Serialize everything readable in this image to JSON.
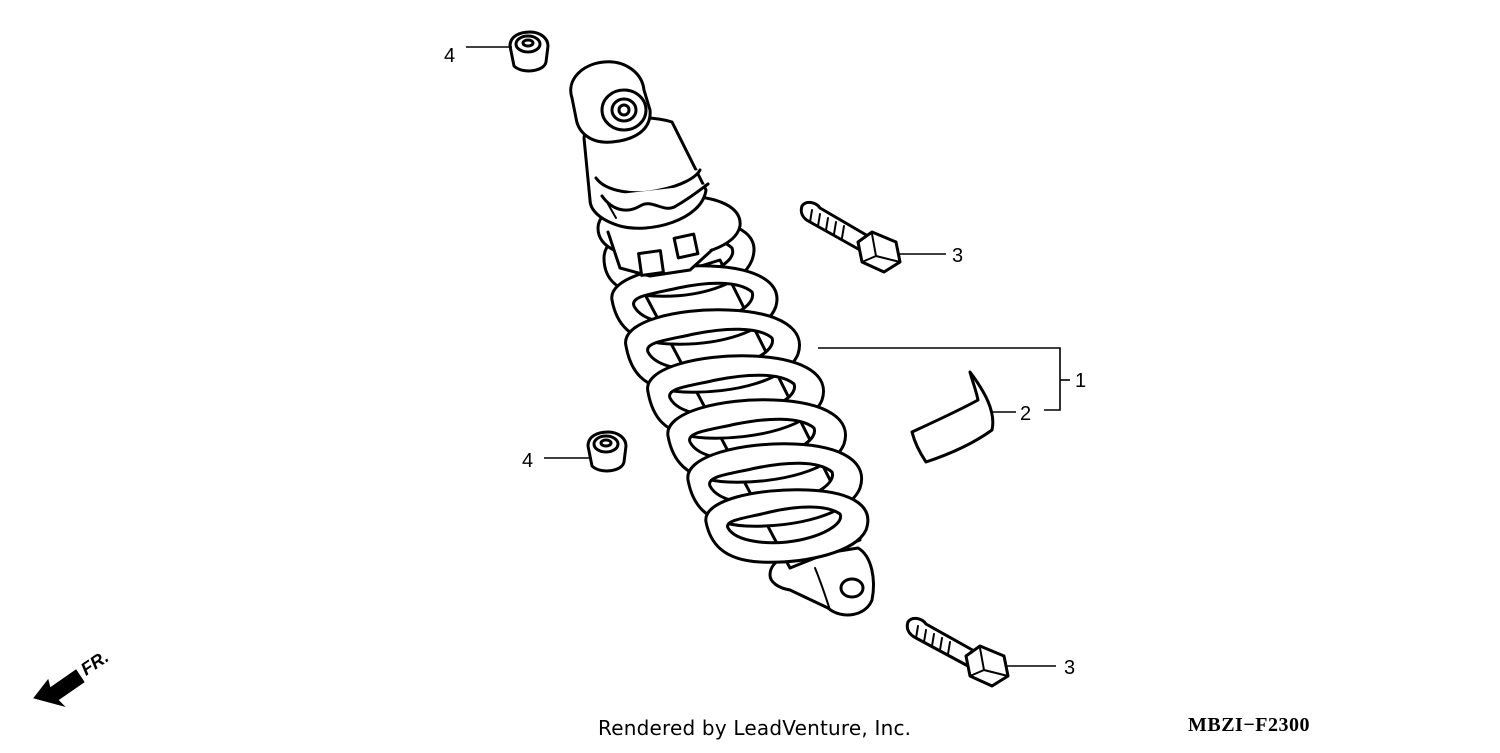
{
  "callouts": {
    "nut_top": "4",
    "nut_lower": "4",
    "bolt_upper": "3",
    "bolt_lower": "3",
    "shock_assembly": "1",
    "spring_guard": "2"
  },
  "direction": {
    "label": "FR.",
    "icon": "arrow-icon"
  },
  "footer": {
    "credit": "Rendered by LeadVenture, Inc.",
    "diagram_code": "MBZI−F2300"
  }
}
